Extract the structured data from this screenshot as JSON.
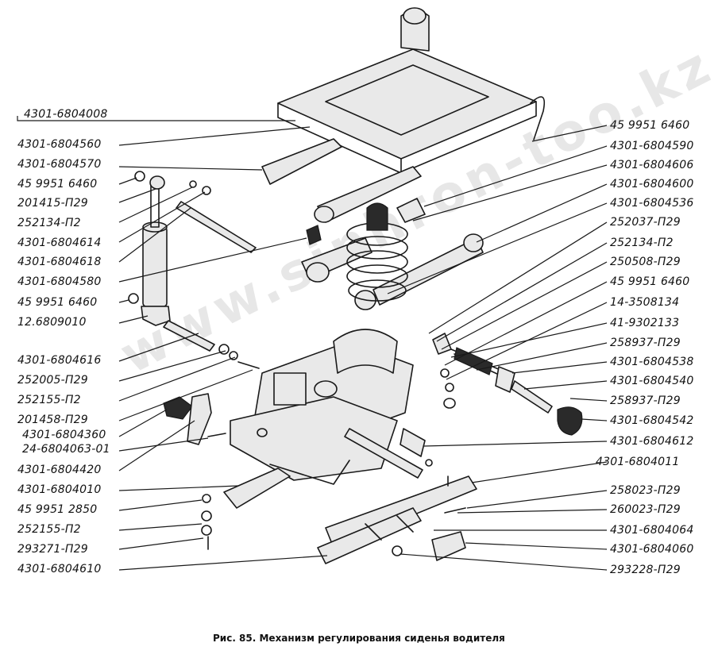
{
  "diagram": {
    "left_labels": [
      {
        "text": "4301-6804008"
      },
      {
        "text": "4301-6804560"
      },
      {
        "text": "4301-6804570"
      },
      {
        "text": "45 9951 6460"
      },
      {
        "text": "201415-П29"
      },
      {
        "text": "252134-П2"
      },
      {
        "text": "4301-6804614"
      },
      {
        "text": "4301-6804618"
      },
      {
        "text": "4301-6804580"
      },
      {
        "text": "45 9951 6460"
      },
      {
        "text": "12.6809010"
      },
      {
        "text": "4301-6804616"
      },
      {
        "text": "252005-П29"
      },
      {
        "text": "252155-П2"
      },
      {
        "text": "201458-П29"
      },
      {
        "text": "4301-6804360"
      },
      {
        "text": "24-6804063-01"
      },
      {
        "text": "4301-6804420"
      },
      {
        "text": "4301-6804010"
      },
      {
        "text": "45 9951 2850"
      },
      {
        "text": "252155-П2"
      },
      {
        "text": "293271-П29"
      },
      {
        "text": "4301-6804610"
      }
    ],
    "right_labels": [
      {
        "text": "45 9951 6460"
      },
      {
        "text": "4301-6804590"
      },
      {
        "text": "4301-6804606"
      },
      {
        "text": "4301-6804600"
      },
      {
        "text": "4301-6804536"
      },
      {
        "text": "252037-П29"
      },
      {
        "text": "252134-П2"
      },
      {
        "text": "250508-П29"
      },
      {
        "text": "45 9951 6460"
      },
      {
        "text": "14-3508134"
      },
      {
        "text": "41-9302133"
      },
      {
        "text": "258937-П29"
      },
      {
        "text": "4301-6804538"
      },
      {
        "text": "4301-6804540"
      },
      {
        "text": "258937-П29"
      },
      {
        "text": "4301-6804542"
      },
      {
        "text": "4301-6804612"
      },
      {
        "text": "4301-6804011"
      },
      {
        "text": "258023-П29"
      },
      {
        "text": "260023-П29"
      },
      {
        "text": "4301-6804064"
      },
      {
        "text": "4301-6804060"
      },
      {
        "text": "293228-П29"
      }
    ],
    "caption": "Рис. 85.  Механизм регулирования сиденья водителя",
    "watermark": "www.sinhron-too.kz"
  }
}
